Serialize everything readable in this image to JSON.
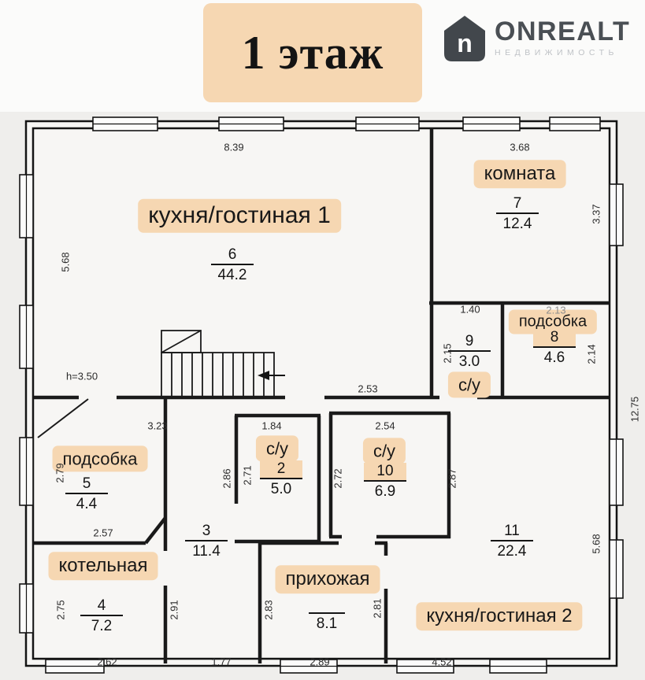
{
  "theme": {
    "accent_peach": "#f6d7b2",
    "wall_color": "#141414"
  },
  "header": {
    "title": "1 этаж"
  },
  "logo": {
    "brand": "ONREALT",
    "subtitle": "НЕДВИЖИМОСТЬ"
  },
  "plan": {
    "rooms": {
      "kitchen_living_1": {
        "label": "кухня/гостиная 1",
        "number": "6",
        "area": "44.2"
      },
      "room_7": {
        "label": "комната",
        "number": "7",
        "area": "12.4"
      },
      "utility_8": {
        "label": "подсобка",
        "number": "8",
        "area": "4.6"
      },
      "bath_9": {
        "label": "с/у",
        "number": "9",
        "area": "3.0"
      },
      "utility_5": {
        "label": "подсобка",
        "number": "5",
        "area": "4.4"
      },
      "bath_2": {
        "label": "с/у",
        "number": "2",
        "area": "5.0"
      },
      "bath_10": {
        "label": "с/у",
        "number": "10",
        "area": "6.9"
      },
      "room_3": {
        "number": "3",
        "area": "11.4"
      },
      "boiler_4": {
        "label": "котельная",
        "number": "4",
        "area": "7.2"
      },
      "hallway": {
        "label": "прихожая",
        "area": "8.1"
      },
      "kitchen_living_2": {
        "label": "кухня/гостиная 2",
        "number": "11",
        "area": "22.4"
      }
    },
    "dims": {
      "room6_top_width": "8.39",
      "room7_top_width": "3.68",
      "room7_right_height": "3.37",
      "room6_left_height": "5.68",
      "room9_top_width": "1.40",
      "room8_top_width": "2.13",
      "room9_left_height": "2.15",
      "room8_right_height": "2.14",
      "room6_bottom_width": "2.53",
      "ceiling_height": "h=3.50",
      "total_right_height": "12.75",
      "room5_top_width": "3.23",
      "room2_top_width": "1.84",
      "room10_top_width": "2.54",
      "room3_left_height": "2.86",
      "room2_left_height": "2.71",
      "room10_left_height": "2.72",
      "room10_right_height": "2.87",
      "room5_left_height": "2.79",
      "room5_bottom_width": "2.57",
      "room4_left_height": "2.75",
      "room4_right_height": "2.91",
      "hall_left_height": "2.83",
      "hall_right_height": "2.81",
      "room11_right_height": "5.68",
      "room4_bottom_width": "2.62",
      "room3_bottom_width": "1.77",
      "hall_bottom_width": "2.89",
      "room11_bottom_width": "4.52"
    }
  }
}
